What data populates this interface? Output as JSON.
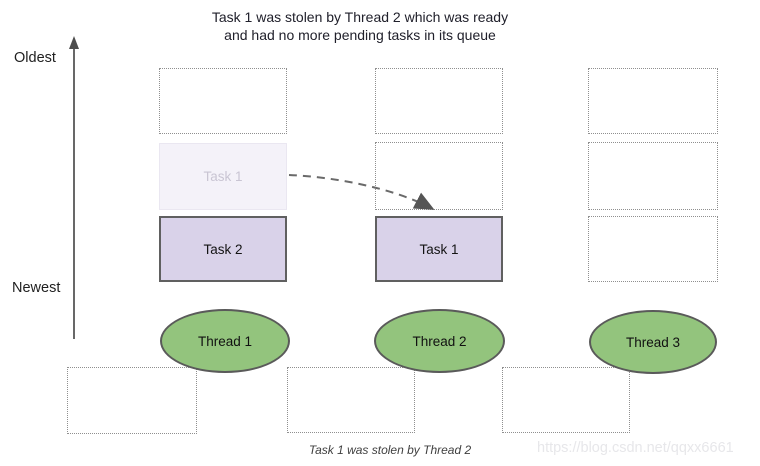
{
  "title": {
    "line1": "Task 1 was stolen by Thread 2 which was ready",
    "line2": "and had no more pending tasks in its queue"
  },
  "axis": {
    "top_label": "Oldest",
    "bottom_label": "Newest",
    "direction": "up"
  },
  "columns": [
    {
      "thread_label": "Thread 1",
      "slots": [
        {
          "kind": "empty",
          "label": ""
        },
        {
          "kind": "ghost",
          "label": "Task 1"
        },
        {
          "kind": "task",
          "label": "Task 2"
        }
      ]
    },
    {
      "thread_label": "Thread 2",
      "slots": [
        {
          "kind": "empty",
          "label": ""
        },
        {
          "kind": "empty",
          "label": ""
        },
        {
          "kind": "task",
          "label": "Task 1"
        }
      ]
    },
    {
      "thread_label": "Thread 3",
      "slots": [
        {
          "kind": "empty",
          "label": ""
        },
        {
          "kind": "empty",
          "label": ""
        },
        {
          "kind": "empty",
          "label": ""
        }
      ]
    }
  ],
  "steal_arrow": {
    "from": "Thread 1 ghost slot (Task 1)",
    "to": "Thread 2 newest slot"
  },
  "bottom_slots_count": 3,
  "caption": "Task 1 was stolen by Thread 2",
  "watermark": "https://blog.csdn.net/qqxx6661",
  "colors": {
    "task_fill": "#d9d2e9",
    "task_border": "#606060",
    "ghost_fill": "#f4f2f9",
    "ghost_text": "#c9c5d3",
    "thread_fill": "#93c47d",
    "thread_border": "#5a5a5a",
    "dotted_slot_border": "#8f8f8f",
    "arrow": "#666666",
    "title_text": "#20202b",
    "watermark_text": "#e7e7ea"
  }
}
